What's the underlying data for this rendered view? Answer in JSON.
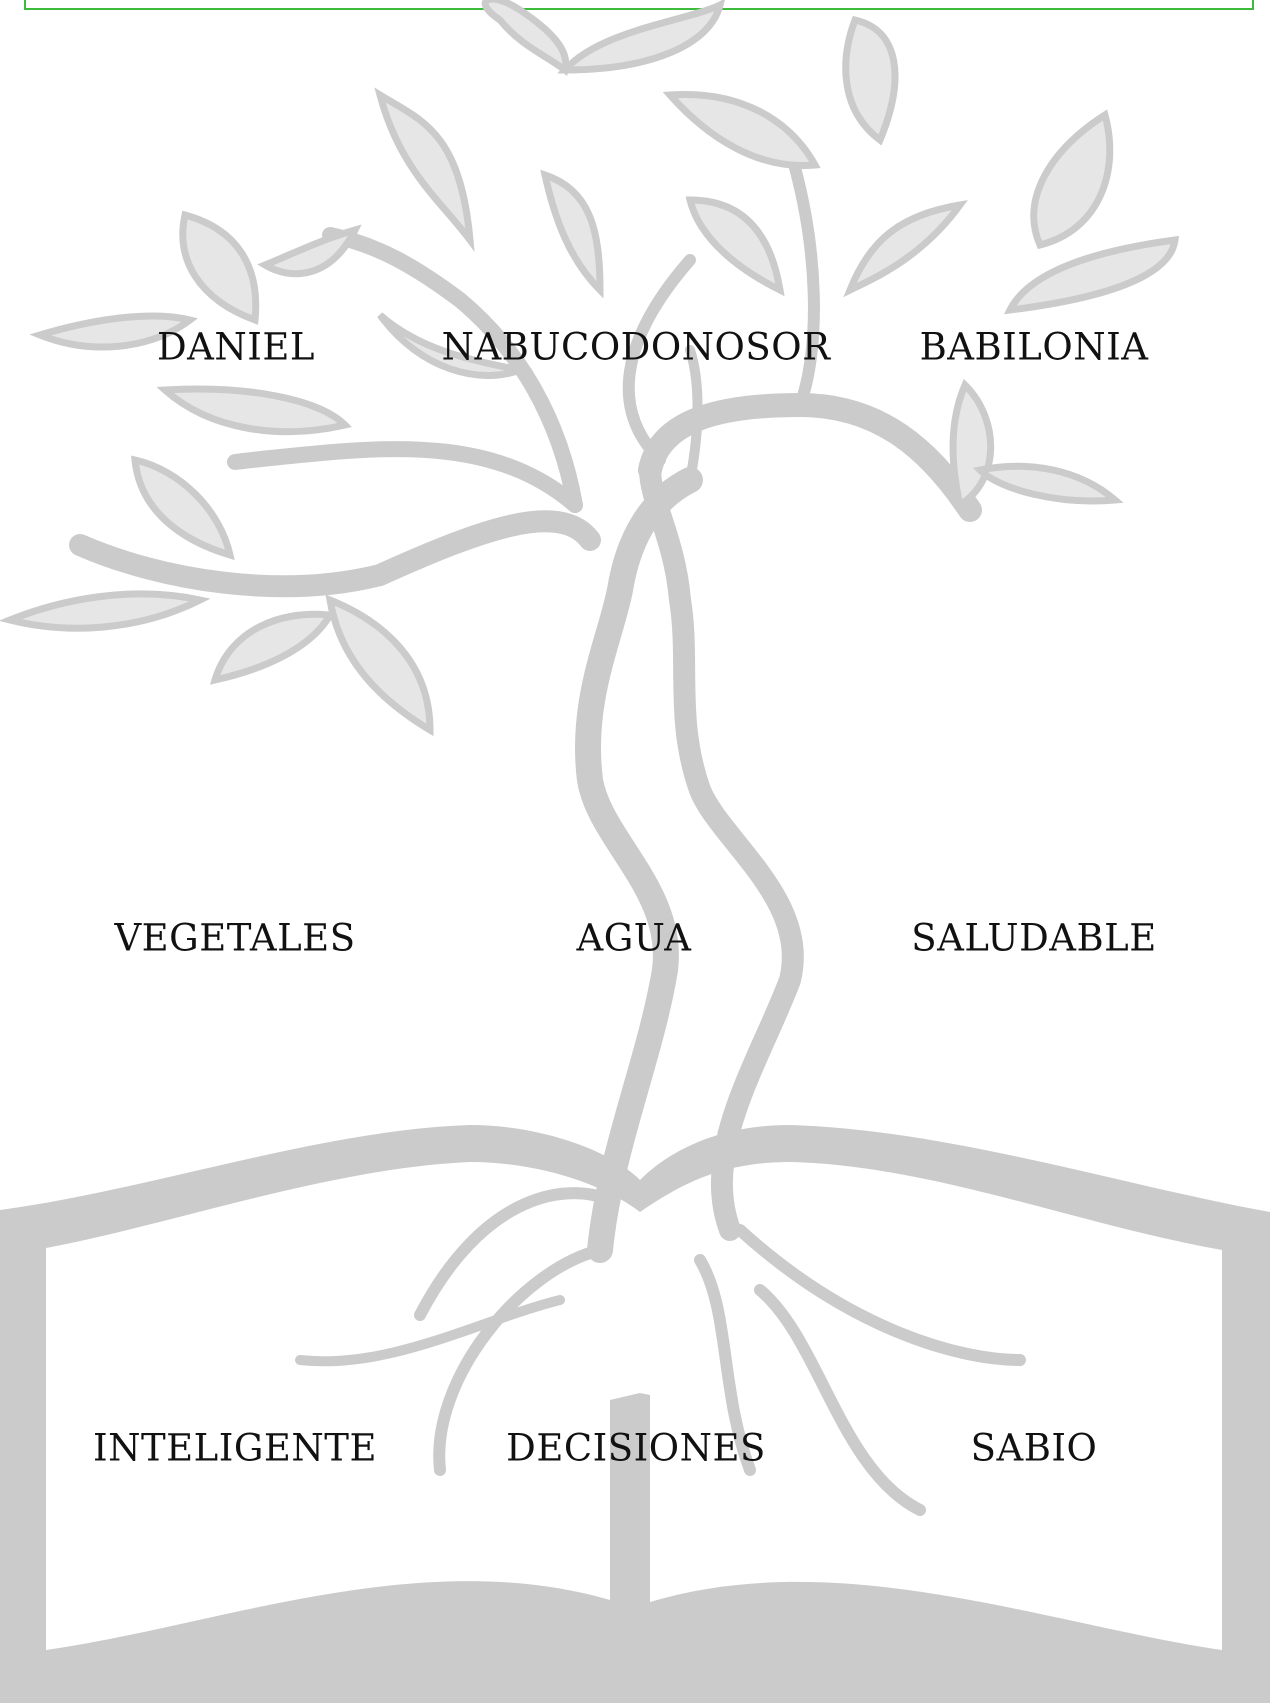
{
  "worksheet": {
    "words": {
      "r1c1": "DANIEL",
      "r1c2": "NABUCODONOSOR",
      "r1c3": "BABILONIA",
      "r2c1": "VEGETALES",
      "r2c2": "AGUA",
      "r2c3": "SALUDABLE",
      "r3c1": "INTELIGENTE",
      "r3c2": "DECISIONES",
      "r3c3": "SABIO"
    }
  },
  "colors": {
    "illustration_gray": "#cbcbcb",
    "leaf_fill": "#e6e6e6",
    "frame_green": "#3dbb3d",
    "text": "#111111"
  },
  "icons": {
    "illustration": "tree-growing-from-open-book"
  }
}
